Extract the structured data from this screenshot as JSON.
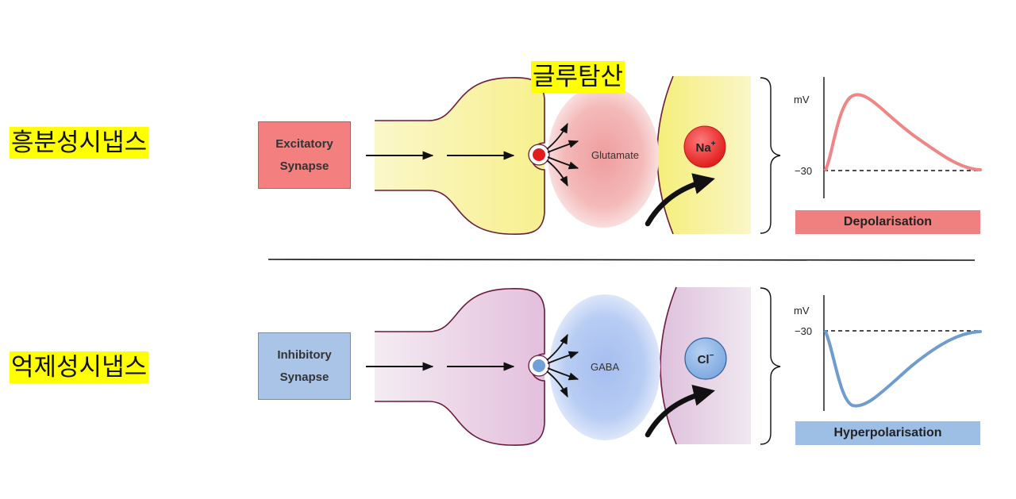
{
  "labels": {
    "excitatory_korean": "흥분성시냅스",
    "inhibitory_korean": "억제성시냅스",
    "glutamate_korean": "글루탐산"
  },
  "excitatory": {
    "box_line1": "Excitatory",
    "box_line2": "Synapse",
    "neurotransmitter": "Glutamate",
    "ion_base": "Na",
    "ion_charge": "+",
    "axis_unit": "mV",
    "tick": "−30",
    "bar_label": "Depolarisation"
  },
  "inhibitory": {
    "box_line1": "Inhibitory",
    "box_line2": "Synapse",
    "neurotransmitter": "GABA",
    "ion_base": "Cl",
    "ion_charge": "−",
    "axis_unit": "mV",
    "tick": "−30",
    "bar_label": "Hyperpolarisation"
  },
  "colors": {
    "excitatory_box": "#f47f7f",
    "inhibitory_box": "#a9c4e6",
    "excitatory_bar": "#f08080",
    "inhibitory_bar": "#9dbfe6",
    "depol_curve": "#ef8585",
    "hyperpol_curve": "#6e9ccf",
    "highlight": "#ffff00"
  }
}
